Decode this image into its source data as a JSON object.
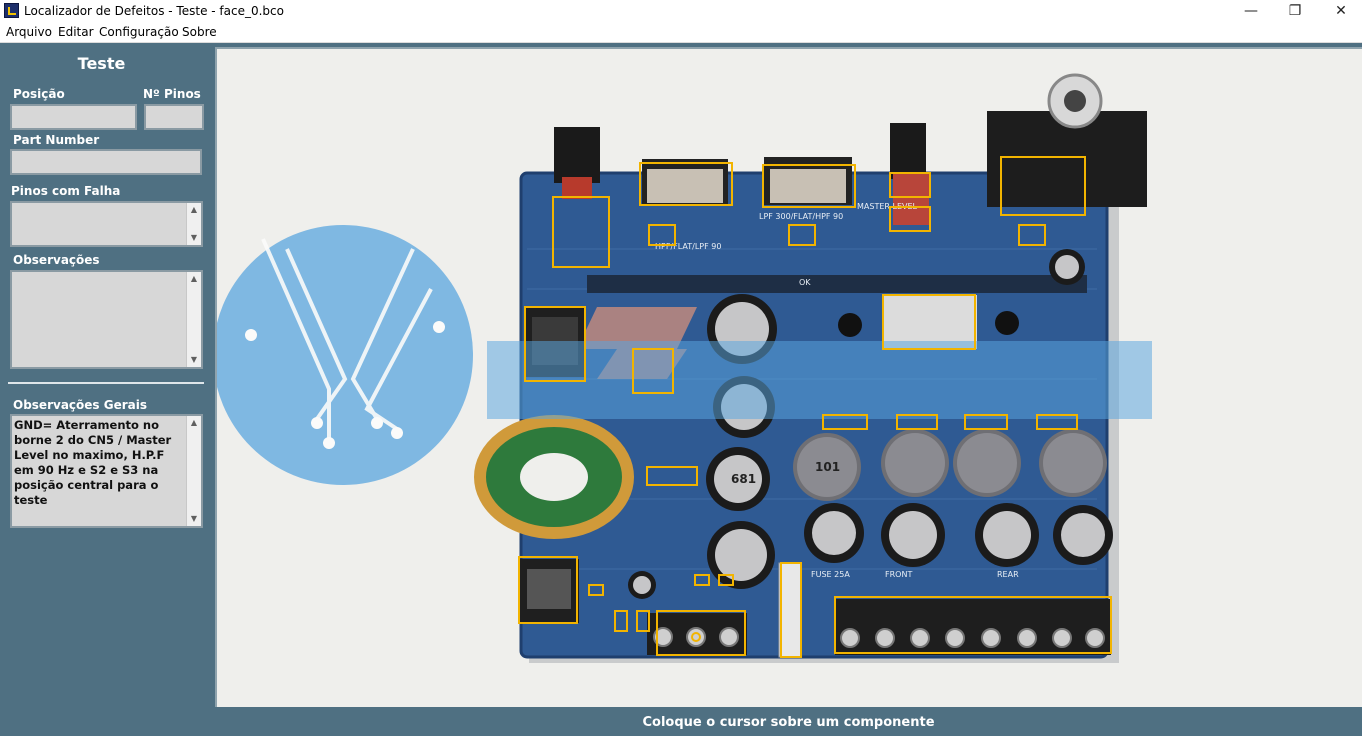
{
  "window": {
    "title": "Localizador de Defeitos - Teste - face_0.bco",
    "minimize_glyph": "—",
    "maximize_glyph": "❐",
    "close_glyph": "✕"
  },
  "menu": {
    "items": [
      {
        "label": "Arquivo"
      },
      {
        "label": "Editar"
      },
      {
        "label": "Configuração"
      },
      {
        "label": "Sobre"
      }
    ]
  },
  "panel": {
    "title": "Teste",
    "position_label": "Posição",
    "position_value": "",
    "pins_label": "Nº Pinos",
    "pins_value": "",
    "part_number_label": "Part Number",
    "part_number_value": "",
    "failed_pins_label": "Pinos com Falha",
    "failed_pins_value": "",
    "notes_label": "Observações",
    "notes_value": "",
    "general_notes_label": "Observações Gerais",
    "general_notes_value": "GND= Aterramento no borne 2 do CN5 / Master Level no maximo, H.P.F em 90 Hz e S2 e S3 na posição central para o teste"
  },
  "board": {
    "silkscreen": {
      "filter_left": "HPF/FLAT/LPF 90",
      "filter_right": "LPF 300/FLAT/HPF 90",
      "master_level": "MASTER LEVEL",
      "fuse": "FUSE 25A",
      "front": "FRONT",
      "rear": "REAR",
      "ok_stamp": "OK",
      "inductor_a": "681",
      "inductor_b": "101"
    },
    "colors": {
      "pcb": "#2f5a93",
      "highlight": "#f2b400",
      "watermark": "#5aa6df"
    }
  },
  "status": {
    "message": "Coloque o cursor sobre um componente"
  }
}
